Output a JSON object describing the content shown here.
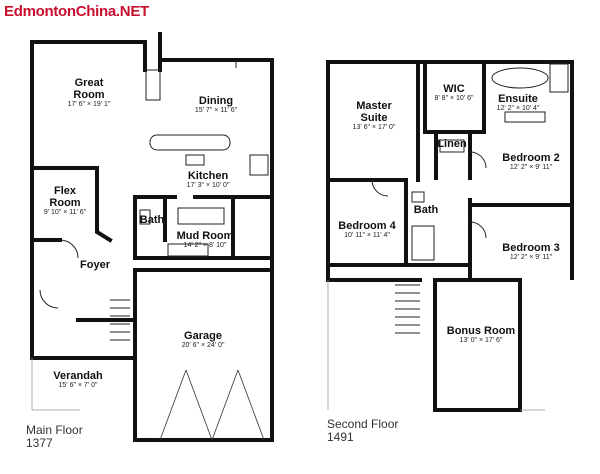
{
  "watermark": "EdmontonChina.NET",
  "floors": [
    {
      "title": "Main Floor",
      "area": "1377",
      "rooms": [
        {
          "name": "Great Room",
          "lines": [
            "Great",
            "Room"
          ],
          "dims": "17' 6\" × 19' 1\""
        },
        {
          "name": "Dining",
          "lines": [
            "Dining"
          ],
          "dims": "15' 7\" × 11' 6\""
        },
        {
          "name": "Kitchen",
          "lines": [
            "Kitchen"
          ],
          "dims": "17' 3\" × 10' 0\""
        },
        {
          "name": "Flex Room",
          "lines": [
            "Flex",
            "Room"
          ],
          "dims": "9' 10\" × 11' 6\""
        },
        {
          "name": "Bath",
          "lines": [
            "Bath"
          ],
          "dims": ""
        },
        {
          "name": "Mud Room",
          "lines": [
            "Mud Room"
          ],
          "dims": "14' 2\" × 8' 10\""
        },
        {
          "name": "Foyer",
          "lines": [
            "Foyer"
          ],
          "dims": ""
        },
        {
          "name": "Garage",
          "lines": [
            "Garage"
          ],
          "dims": "20' 6\" × 24' 0\""
        },
        {
          "name": "Verandah",
          "lines": [
            "Verandah"
          ],
          "dims": "15' 6\" × 7' 0\""
        }
      ]
    },
    {
      "title": "Second Floor",
      "area": "1491",
      "rooms": [
        {
          "name": "Master Suite",
          "lines": [
            "Master",
            "Suite"
          ],
          "dims": "13' 6\" × 17' 0\""
        },
        {
          "name": "WIC",
          "lines": [
            "WIC"
          ],
          "dims": "8' 8\" × 10' 6\""
        },
        {
          "name": "Ensuite",
          "lines": [
            "Ensuite"
          ],
          "dims": "12' 2\" × 10' 4\""
        },
        {
          "name": "Linen",
          "lines": [
            "Linen"
          ],
          "dims": ""
        },
        {
          "name": "Bedroom 2",
          "lines": [
            "Bedroom 2"
          ],
          "dims": "12' 2\" × 9' 11\""
        },
        {
          "name": "Bedroom 4",
          "lines": [
            "Bedroom 4"
          ],
          "dims": "10' 11\" × 11' 4\""
        },
        {
          "name": "Bath",
          "lines": [
            "Bath"
          ],
          "dims": ""
        },
        {
          "name": "Bedroom 3",
          "lines": [
            "Bedroom 3"
          ],
          "dims": "12' 2\" × 9' 11\""
        },
        {
          "name": "Bonus Room",
          "lines": [
            "Bonus Room"
          ],
          "dims": "13' 0\" × 17' 6\""
        }
      ]
    }
  ]
}
